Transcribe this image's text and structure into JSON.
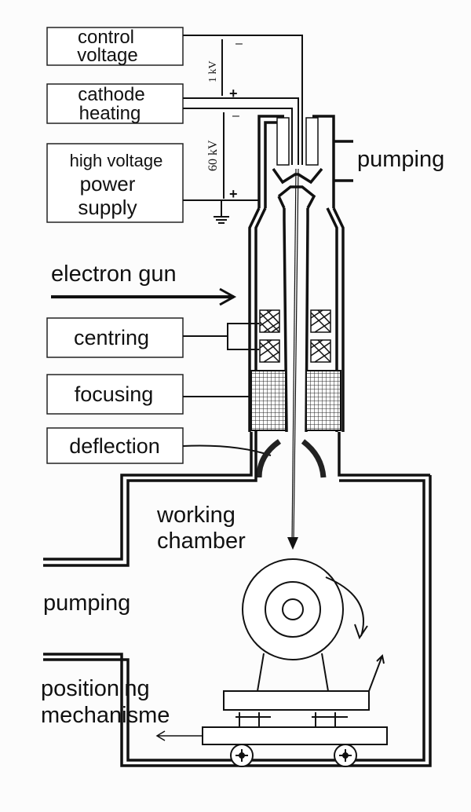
{
  "labels": {
    "control_voltage": [
      "control",
      "voltage"
    ],
    "cathode_heating": [
      "cathode",
      "heating"
    ],
    "power_supply": [
      "high voltage",
      "power",
      "supply"
    ],
    "pumping_top": "pumping",
    "electron_gun": "electron gun",
    "centring": "centring",
    "focusing": "focusing",
    "deflection": "deflection",
    "working_chamber": [
      "working",
      "chamber"
    ],
    "pumping_left": "pumping",
    "positioning": [
      "positioning",
      "mechanisme"
    ],
    "voltage_1kv": "1 kV",
    "voltage_60kv": "60 kV",
    "minus": "–",
    "plus": "+"
  }
}
